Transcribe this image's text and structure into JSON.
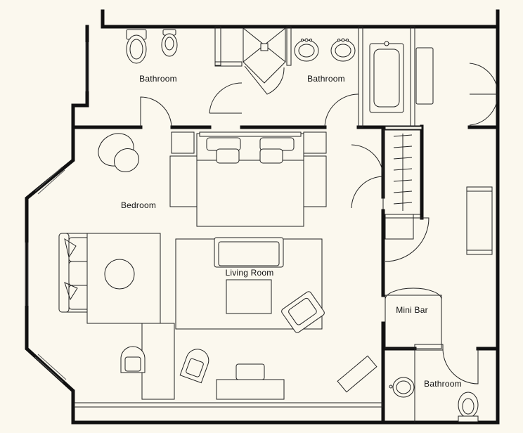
{
  "rooms": {
    "bathroom_left": "Bathroom",
    "bathroom_center": "Bathroom",
    "bedroom": "Bedroom",
    "living_room": "Living Room",
    "mini_bar": "Mini Bar",
    "bathroom_bottom": "Bathroom"
  },
  "colors": {
    "background": "#fbf8ee",
    "walls": "#111111",
    "fixtures": "#222222"
  }
}
